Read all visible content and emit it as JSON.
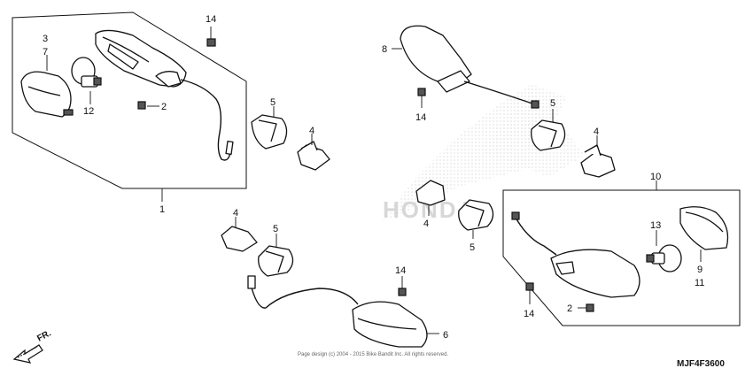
{
  "callouts": {
    "c3": "3",
    "c7": "7",
    "c12": "12",
    "c2a": "2",
    "c14a": "14",
    "c1": "1",
    "c5a": "5",
    "c4a": "4",
    "c8": "8",
    "c14b": "14",
    "c5b": "5",
    "c4b": "4",
    "c4c": "4",
    "c5c": "5",
    "c10": "10",
    "c13": "13",
    "c9": "9",
    "c11": "11",
    "c4d": "4",
    "c5d": "5",
    "c14c": "14",
    "c14d": "14",
    "c2b": "2",
    "c6": "6"
  },
  "direction_label": "FR.",
  "copyright": "Page design (c) 2004 - 2015 Bike Bandit Inc. All rights reserved.",
  "diagram_ref": "MJF4F3600",
  "watermark": "HONDA",
  "colors": {
    "line": "#111111",
    "watermark": "#c9c9c9"
  }
}
